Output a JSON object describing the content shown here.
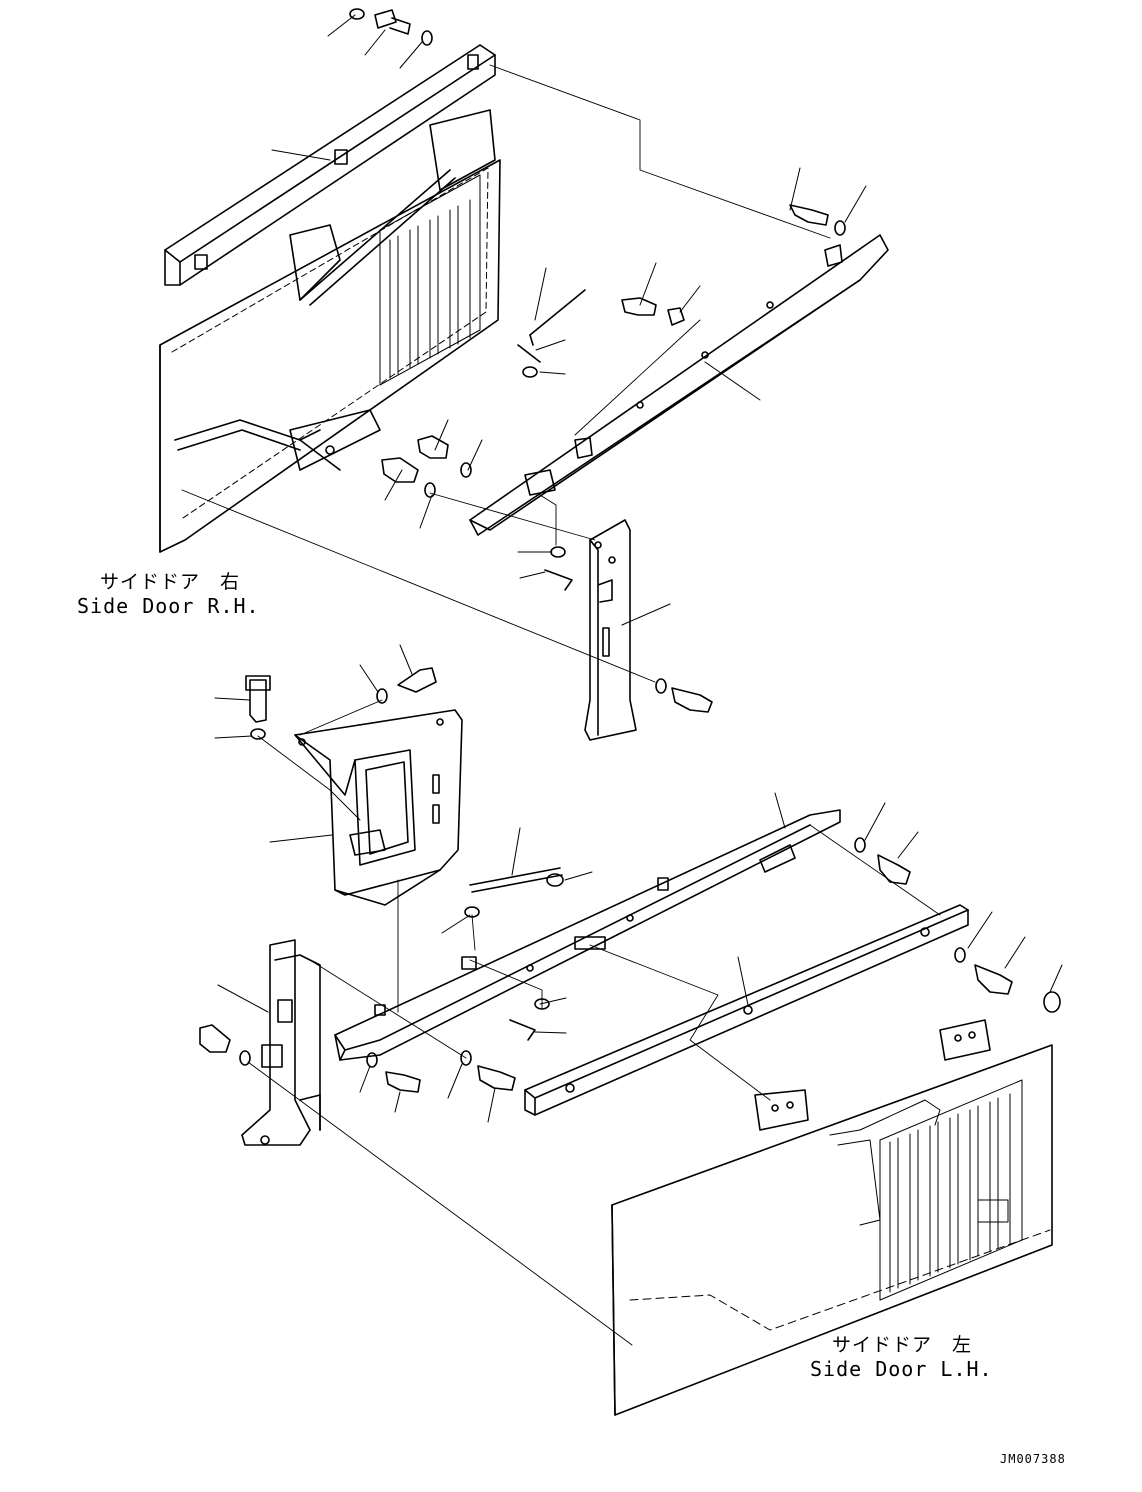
{
  "labels": {
    "right_door_jp": "サイドドア　右",
    "right_door_en": "Side Door R.H.",
    "left_door_jp": "サイドドア　左",
    "left_door_en": "Side Door L.H.",
    "drawing_code": "JM007388"
  },
  "colors": {
    "line": "#000000",
    "background": "#ffffff"
  }
}
